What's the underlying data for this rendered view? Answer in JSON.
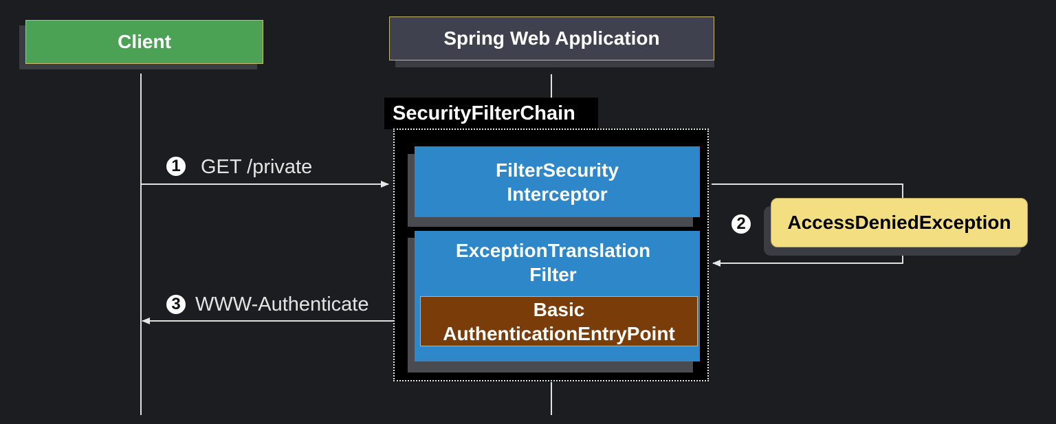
{
  "participants": {
    "client": "Client",
    "app": "Spring Web Application"
  },
  "chain": {
    "label": "SecurityFilterChain"
  },
  "filters": {
    "interceptor": "FilterSecurity\nInterceptor",
    "exception_translation": "ExceptionTranslation\nFilter",
    "entry_point": "Basic\nAuthenticationEntryPoint"
  },
  "exception": "AccessDeniedException",
  "steps": [
    {
      "number": "1",
      "label": "GET /private"
    },
    {
      "number": "2",
      "label": ""
    },
    {
      "number": "3",
      "label": "WWW-Authenticate"
    }
  ],
  "colors": {
    "background": "#1b1d21",
    "client": "#4ca254",
    "app": "#3f414e",
    "filter": "#2e87c8",
    "entry_point": "#7a3d0a",
    "exception": "#f3df82",
    "chain_label_bg": "#000000",
    "border_gold": "#cdb868"
  }
}
